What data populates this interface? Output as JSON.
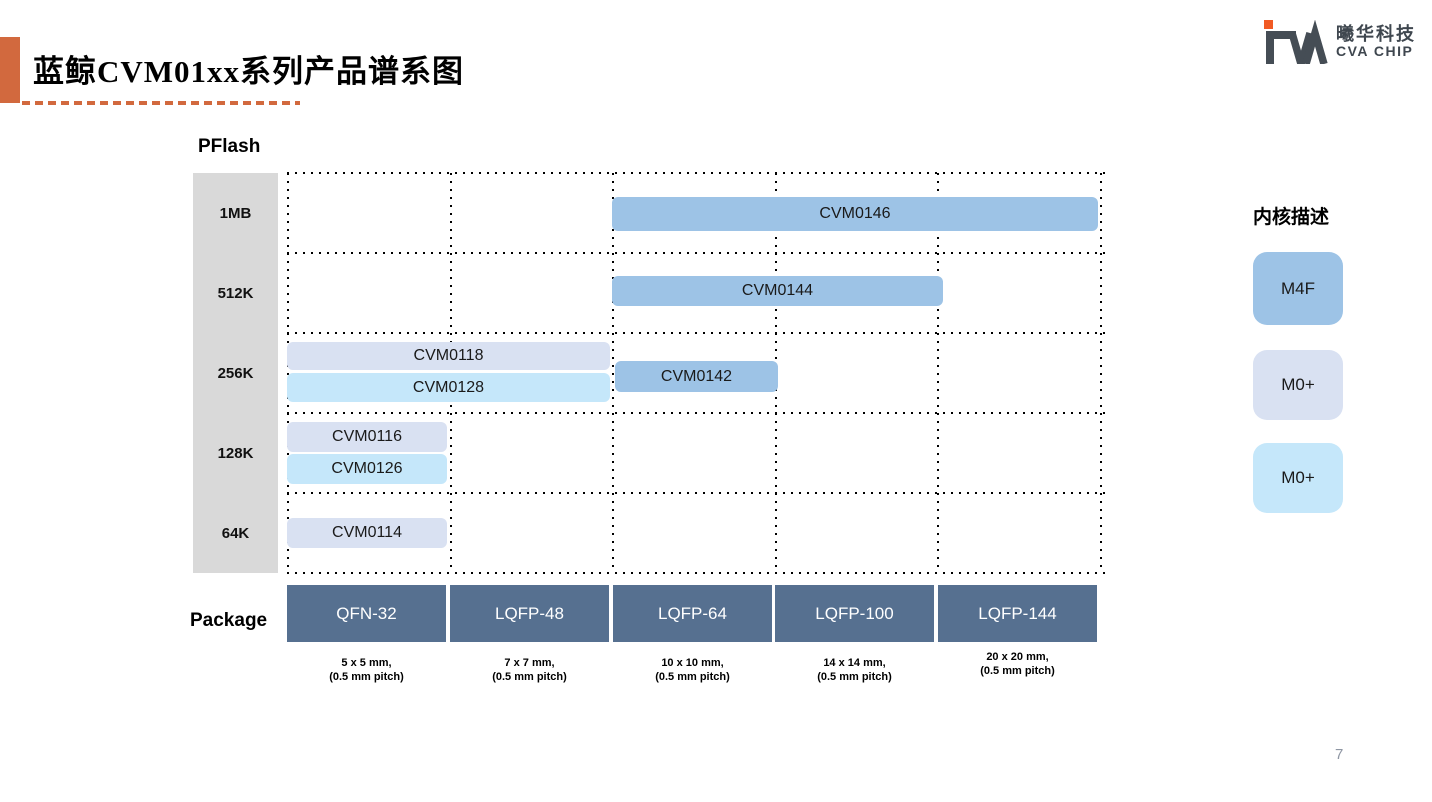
{
  "title": "蓝鲸CVM01xx系列产品谱系图",
  "page_number": "7",
  "logo": {
    "company_cn": "曦华科技",
    "company_en": "CVA CHIP"
  },
  "chart": {
    "y_axis_title": "PFlash",
    "x_axis_title": "Package",
    "flash_sizes": [
      "1MB",
      "512K",
      "256K",
      "128K",
      "64K"
    ],
    "products": [
      {
        "name": "CVM0146",
        "core": "M4F",
        "flash": "1MB",
        "package_range": "LQFP-64 to LQFP-144"
      },
      {
        "name": "CVM0144",
        "core": "M4F",
        "flash": "512K",
        "package_range": "LQFP-64 to LQFP-100"
      },
      {
        "name": "CVM0118",
        "core": "M0+",
        "flash": "256K",
        "package_range": "QFN-32 to LQFP-48"
      },
      {
        "name": "CVM0128",
        "core": "M0+",
        "flash": "256K",
        "package_range": "QFN-32 to LQFP-48"
      },
      {
        "name": "CVM0142",
        "core": "M4F",
        "flash": "256K",
        "package_range": "LQFP-64"
      },
      {
        "name": "CVM0116",
        "core": "M0+",
        "flash": "128K",
        "package_range": "QFN-32"
      },
      {
        "name": "CVM0126",
        "core": "M0+",
        "flash": "128K",
        "package_range": "QFN-32"
      },
      {
        "name": "CVM0114",
        "core": "M0+",
        "flash": "64K",
        "package_range": "QFN-32"
      }
    ],
    "packages": [
      {
        "name": "QFN-32",
        "size": "5 x 5 mm,",
        "pitch": "(0.5 mm pitch)"
      },
      {
        "name": "LQFP-48",
        "size": "7 x 7 mm,",
        "pitch": "(0.5 mm pitch)"
      },
      {
        "name": "LQFP-64",
        "size": "10 x 10 mm,",
        "pitch": "(0.5 mm pitch)"
      },
      {
        "name": "LQFP-100",
        "size": "14 x 14 mm,",
        "pitch": "(0.5 mm pitch)"
      },
      {
        "name": "LQFP-144",
        "size": "20 x 20 mm,",
        "pitch": "(0.5 mm pitch)"
      }
    ]
  },
  "legend": {
    "title": "内核描述",
    "items": [
      {
        "label": "M4F",
        "color": "#9DC3E6"
      },
      {
        "label": "M0+",
        "color": "#D9E1F2"
      },
      {
        "label": "M0+",
        "color": "#C5E7FA"
      }
    ]
  },
  "colors": {
    "accent_orange": "#D2693E",
    "package_box": "#567090",
    "axis_strip": "#D9D9D9",
    "core_m4f": "#9DC3E6",
    "core_m0plus_lavender": "#D9E1F2",
    "core_m0plus_cyan": "#C5E7FA"
  }
}
